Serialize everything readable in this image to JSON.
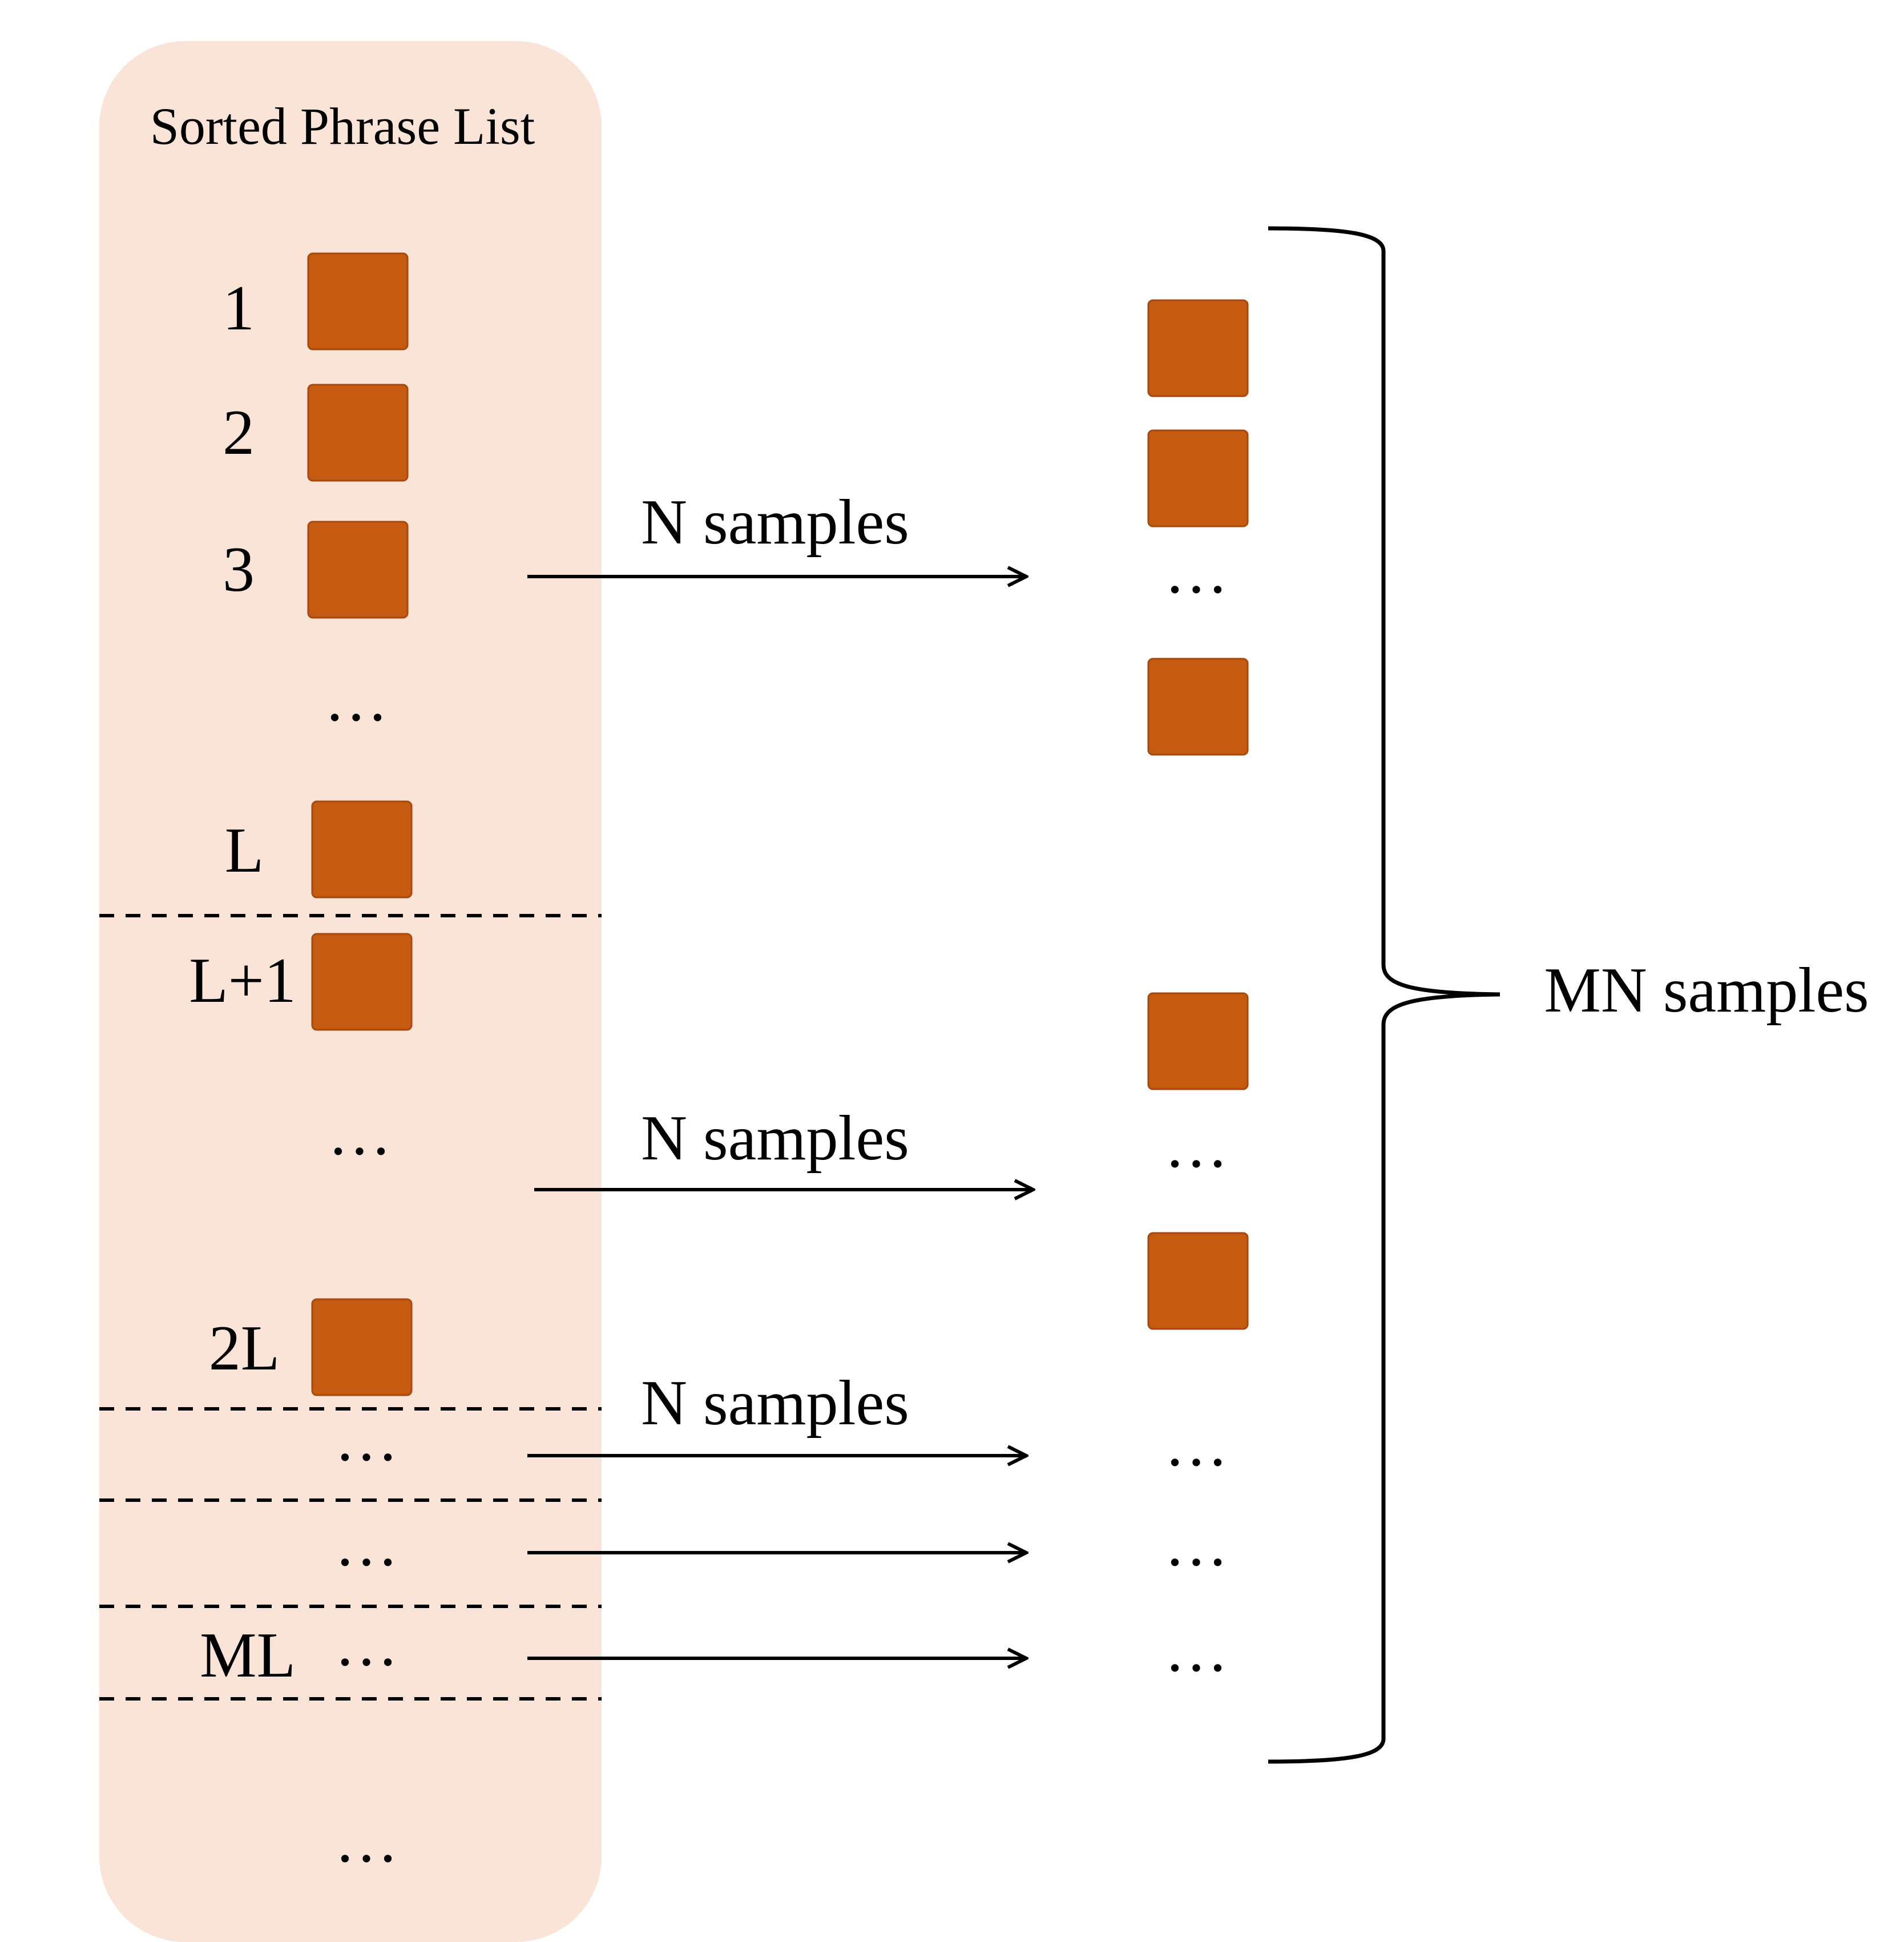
{
  "list_panel": {
    "title": "Sorted Phrase List",
    "labels": {
      "r1": "1",
      "r2": "2",
      "r3": "3",
      "rL": "L",
      "rL1": "L+1",
      "r2L": "2L",
      "rML": "ML"
    },
    "ellipsis": "…"
  },
  "arrows": {
    "n_samples": "N samples"
  },
  "output": {
    "ellipsis": "…",
    "brace_label": "MN samples"
  },
  "colors": {
    "panel_fill": "#FAE4D7",
    "item_fill": "#C55A11",
    "item_stroke": "#A9480C",
    "line": "#000000"
  }
}
